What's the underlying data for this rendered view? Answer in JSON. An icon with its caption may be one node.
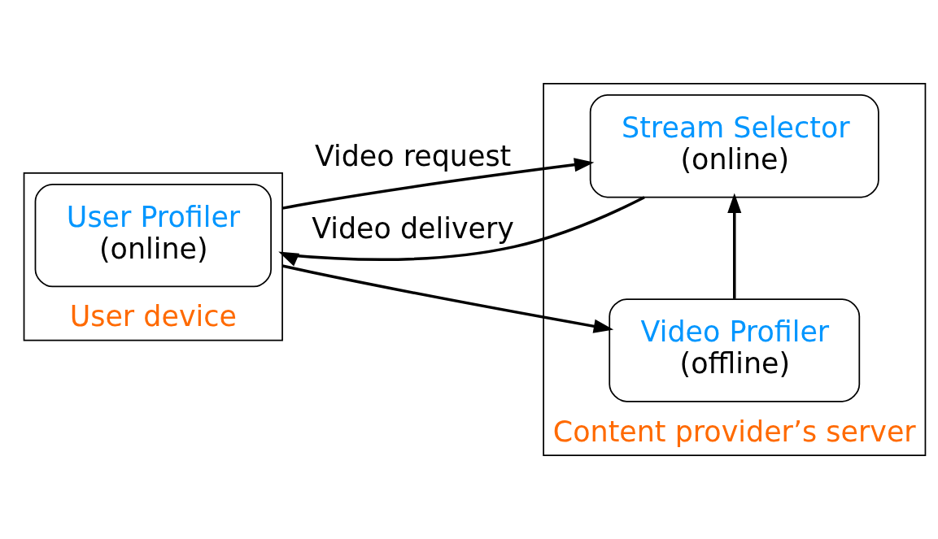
{
  "diagram": {
    "nodes": [
      {
        "text": [
          "User device"
        ]
      },
      {
        "text": [
          "User Profiler",
          "(online)"
        ],
        "in": 0
      },
      {
        "text": [
          "Content provider’s server"
        ]
      },
      {
        "text": [
          "Stream Selector",
          "(online)"
        ],
        "in": 2
      },
      {
        "text": [
          "Video Profiler",
          "(offline)"
        ],
        "in": 2
      }
    ],
    "edges": [
      {
        "from": 0,
        "to": 3,
        "arrow": "to",
        "label": "Video request"
      },
      {
        "from": 0,
        "to": 4,
        "arrow": "to"
      },
      {
        "from": 4,
        "to": 3,
        "arrow": "to"
      },
      {
        "from": 3,
        "to": 0,
        "arrow": "to",
        "label": "Video delivery"
      }
    ]
  }
}
